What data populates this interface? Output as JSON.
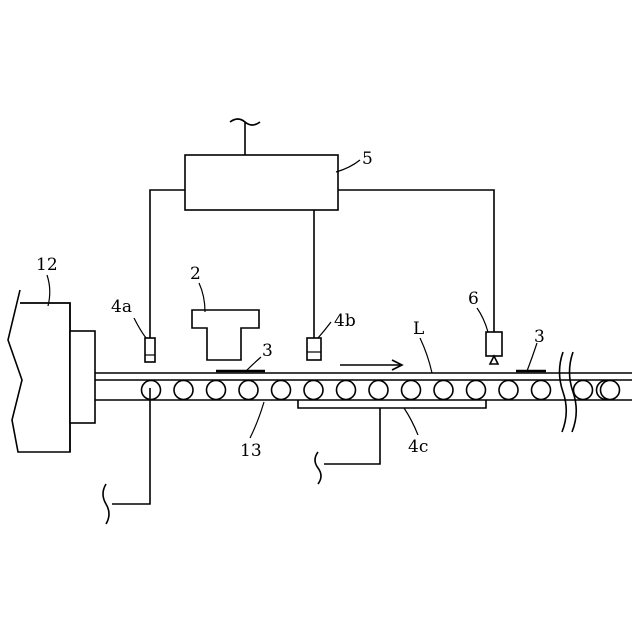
{
  "labels": {
    "controller": "5",
    "sensor_a": "4a",
    "sensor_b": "4b",
    "sensor_c": "4c",
    "device": "2",
    "marker": "6",
    "sheet_left": "3",
    "sheet_right": "3",
    "machine": "12",
    "rollers": "13",
    "line": "L"
  },
  "roller_count": 15
}
